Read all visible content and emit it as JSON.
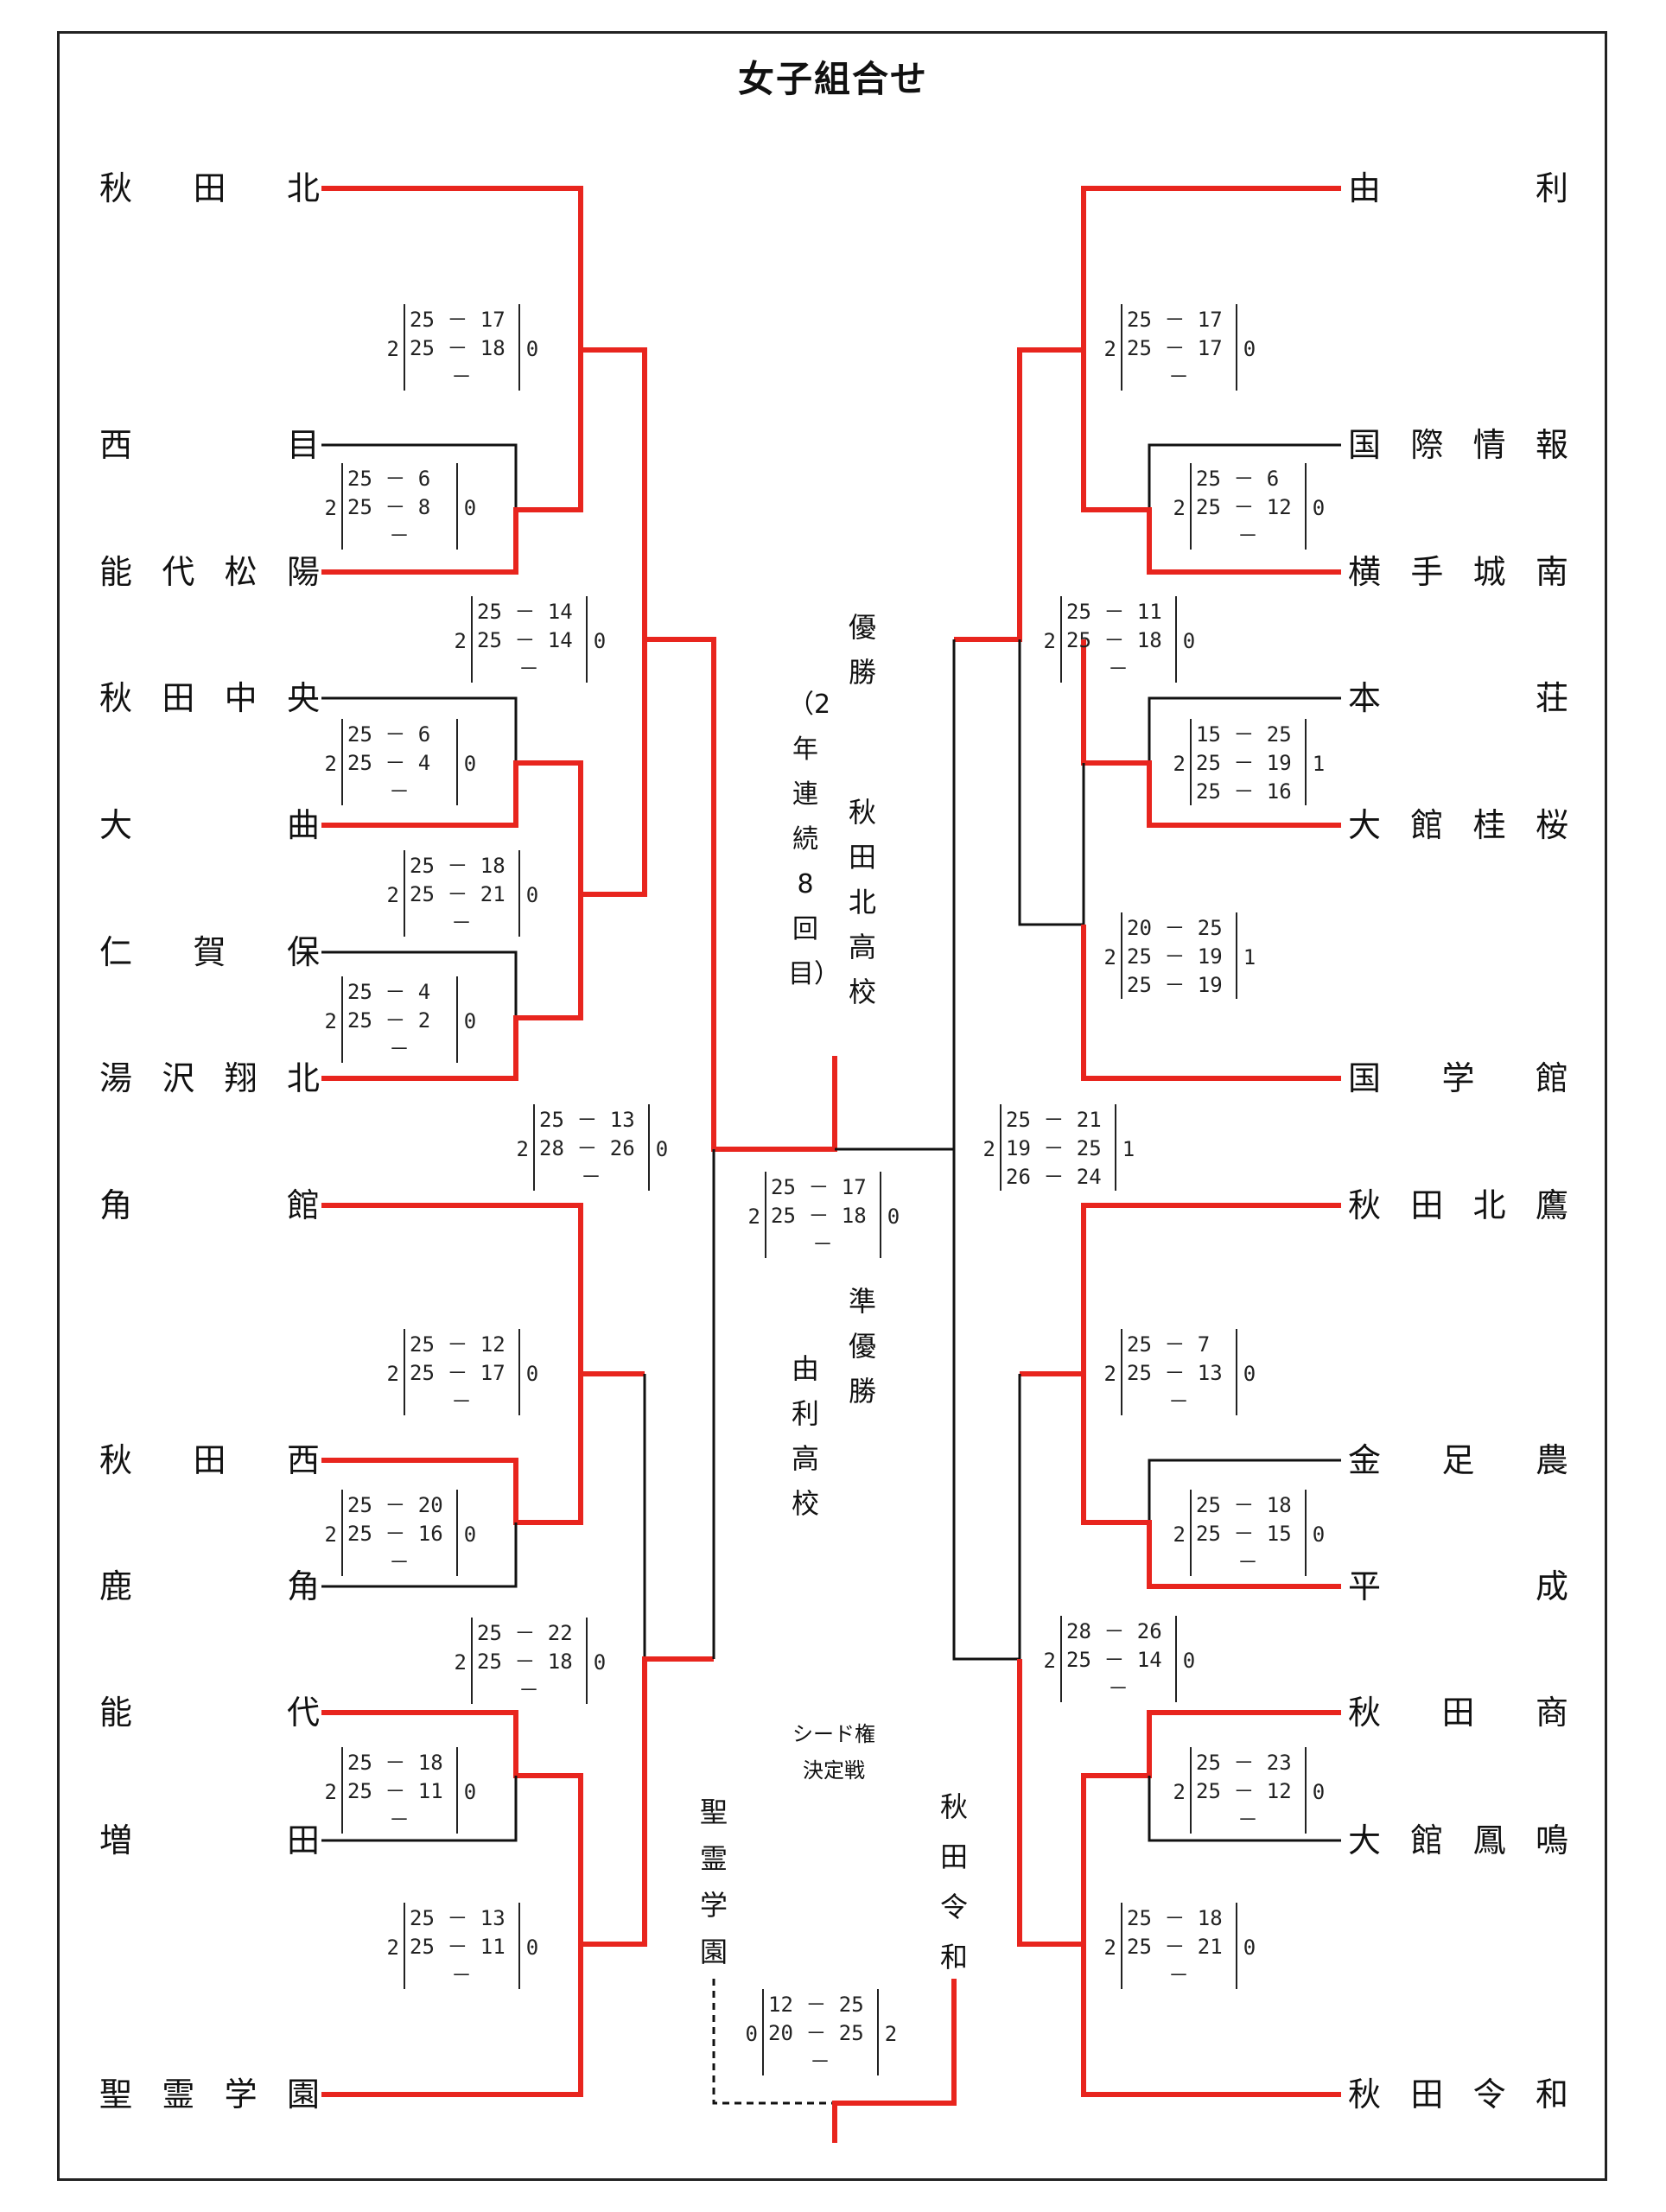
{
  "title": "女子組合せ",
  "colors": {
    "winner": "#e8251e",
    "line": "#111111"
  },
  "left_teams": [
    {
      "chars": [
        "秋",
        "田",
        "北"
      ]
    },
    {
      "chars": [
        "西",
        "目"
      ]
    },
    {
      "chars": [
        "能",
        "代",
        "松",
        "陽"
      ]
    },
    {
      "chars": [
        "秋",
        "田",
        "中",
        "央"
      ]
    },
    {
      "chars": [
        "大",
        "曲"
      ]
    },
    {
      "chars": [
        "仁",
        "賀",
        "保"
      ]
    },
    {
      "chars": [
        "湯",
        "沢",
        "翔",
        "北"
      ]
    },
    {
      "chars": [
        "角",
        "館"
      ]
    },
    {
      "chars": [
        "秋",
        "田",
        "西"
      ]
    },
    {
      "chars": [
        "鹿",
        "角"
      ]
    },
    {
      "chars": [
        "能",
        "代"
      ]
    },
    {
      "chars": [
        "増",
        "田"
      ]
    },
    {
      "chars": [
        "聖",
        "霊",
        "学",
        "園"
      ]
    }
  ],
  "right_teams": [
    {
      "chars": [
        "由",
        "利"
      ]
    },
    {
      "chars": [
        "国",
        "際",
        "情",
        "報"
      ]
    },
    {
      "chars": [
        "横",
        "手",
        "城",
        "南"
      ]
    },
    {
      "chars": [
        "本",
        "荘"
      ]
    },
    {
      "chars": [
        "大",
        "館",
        "桂",
        "桜"
      ]
    },
    {
      "chars": [
        "国",
        "学",
        "館"
      ]
    },
    {
      "chars": [
        "秋",
        "田",
        "北",
        "鷹"
      ]
    },
    {
      "chars": [
        "金",
        "足",
        "農"
      ]
    },
    {
      "chars": [
        "平",
        "成"
      ]
    },
    {
      "chars": [
        "秋",
        "田",
        "商"
      ]
    },
    {
      "chars": [
        "大",
        "館",
        "鳳",
        "鳴"
      ]
    },
    {
      "chars": [
        "秋",
        "田",
        "令",
        "和"
      ]
    }
  ],
  "scores": [
    {
      "a": "2",
      "b": "0",
      "rows": [
        "25 － 17",
        "25 － 18",
        "－"
      ]
    },
    {
      "a": "2",
      "b": "0",
      "rows": [
        "25 － 6",
        "25 － 8",
        "－"
      ]
    },
    {
      "a": "2",
      "b": "0",
      "rows": [
        "25 － 14",
        "25 － 14",
        "－"
      ]
    },
    {
      "a": "2",
      "b": "0",
      "rows": [
        "25 － 6",
        "25 － 4",
        "－"
      ]
    },
    {
      "a": "2",
      "b": "0",
      "rows": [
        "25 － 18",
        "25 － 21",
        "－"
      ]
    },
    {
      "a": "2",
      "b": "0",
      "rows": [
        "25 － 4",
        "25 － 2",
        "－"
      ]
    },
    {
      "a": "2",
      "b": "0",
      "rows": [
        "25 － 13",
        "28 － 26",
        "－"
      ]
    },
    {
      "a": "2",
      "b": "0",
      "rows": [
        "25 － 12",
        "25 － 17",
        "－"
      ]
    },
    {
      "a": "2",
      "b": "0",
      "rows": [
        "25 － 20",
        "25 － 16",
        "－"
      ]
    },
    {
      "a": "2",
      "b": "0",
      "rows": [
        "25 － 22",
        "25 － 18",
        "－"
      ]
    },
    {
      "a": "2",
      "b": "0",
      "rows": [
        "25 － 18",
        "25 － 11",
        "－"
      ]
    },
    {
      "a": "2",
      "b": "0",
      "rows": [
        "25 － 13",
        "25 － 11",
        "－"
      ]
    },
    {
      "a": "2",
      "b": "0",
      "rows": [
        "25 － 17",
        "25 － 17",
        "－"
      ]
    },
    {
      "a": "2",
      "b": "0",
      "rows": [
        "25 － 6",
        "25 － 12",
        "－"
      ]
    },
    {
      "a": "2",
      "b": "0",
      "rows": [
        "25 － 11",
        "25 － 18",
        "－"
      ]
    },
    {
      "a": "2",
      "b": "1",
      "rows": [
        "15 － 25",
        "25 － 19",
        "25 － 16"
      ]
    },
    {
      "a": "2",
      "b": "1",
      "rows": [
        "20 － 25",
        "25 － 19",
        "25 － 19"
      ]
    },
    {
      "a": "2",
      "b": "1",
      "rows": [
        "25 － 21",
        "19 － 25",
        "26 － 24"
      ]
    },
    {
      "a": "2",
      "b": "0",
      "rows": [
        "25 － 7",
        "25 － 13",
        "－"
      ]
    },
    {
      "a": "2",
      "b": "0",
      "rows": [
        "25 － 18",
        "25 － 15",
        "－"
      ]
    },
    {
      "a": "2",
      "b": "0",
      "rows": [
        "28 － 26",
        "25 － 14",
        "－"
      ]
    },
    {
      "a": "2",
      "b": "0",
      "rows": [
        "25 － 23",
        "25 － 12",
        "－"
      ]
    },
    {
      "a": "2",
      "b": "0",
      "rows": [
        "25 － 18",
        "25 － 21",
        "－"
      ]
    },
    {
      "a": "2",
      "b": "0",
      "rows": [
        "25 － 17",
        "25 － 18",
        "－"
      ]
    },
    {
      "a": "0",
      "b": "2",
      "rows": [
        "12 － 25",
        "20 － 25",
        "－"
      ]
    }
  ],
  "center": {
    "champion_label": "優勝",
    "champion_team": "秋田北高校",
    "champion_note": "（2年連続8回目）",
    "runnerup_label": "準優勝",
    "runnerup_team": "由利高校",
    "seed_line1": "シード権",
    "seed_line2": "決定戦",
    "seed_left": "聖霊学園",
    "seed_right": "秋田令和"
  }
}
